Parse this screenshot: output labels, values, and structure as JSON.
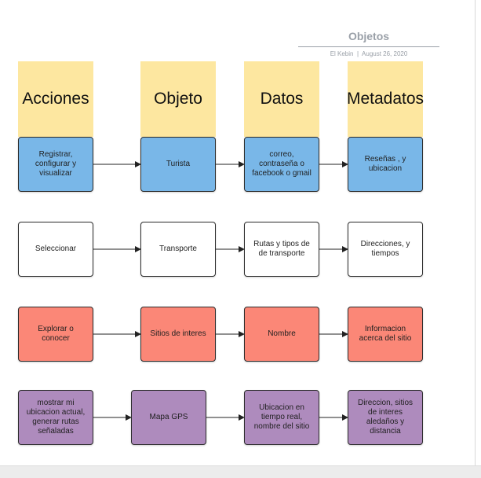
{
  "document": {
    "title": "Objetos",
    "author": "El Kebin",
    "date": "August 26, 2020"
  },
  "headers": [
    "Acciones",
    "Objeto",
    "Datos",
    "Metadatos"
  ],
  "rows": [
    {
      "color": "#79b7e8",
      "cells": [
        "Registrar,\nconfigurar y\nvisualizar",
        "Turista",
        "correo,\ncontraseña o\nfacebook o gmail",
        "Reseñas , y\nubicacion"
      ]
    },
    {
      "color": "#ffffff",
      "cells": [
        "Seleccionar",
        "Transporte",
        "Rutas y tipos de\nde transporte",
        "Direcciones, y\ntiempos"
      ]
    },
    {
      "color": "#fb8777",
      "cells": [
        "Explorar o\nconocer",
        "Sitios de interes",
        "Nombre",
        "Informacion\nacerca del sitio"
      ]
    },
    {
      "color": "#ae8bbd",
      "cells": [
        "mostrar mi\nubicacion actual,\ngenerar rutas\nseñaladas",
        "Mapa GPS",
        "Ubicacion en\ntiempo real,\nnombre del sitio",
        "Direccion, sitios\nde interes\naledaños y\ndistancia"
      ]
    }
  ]
}
